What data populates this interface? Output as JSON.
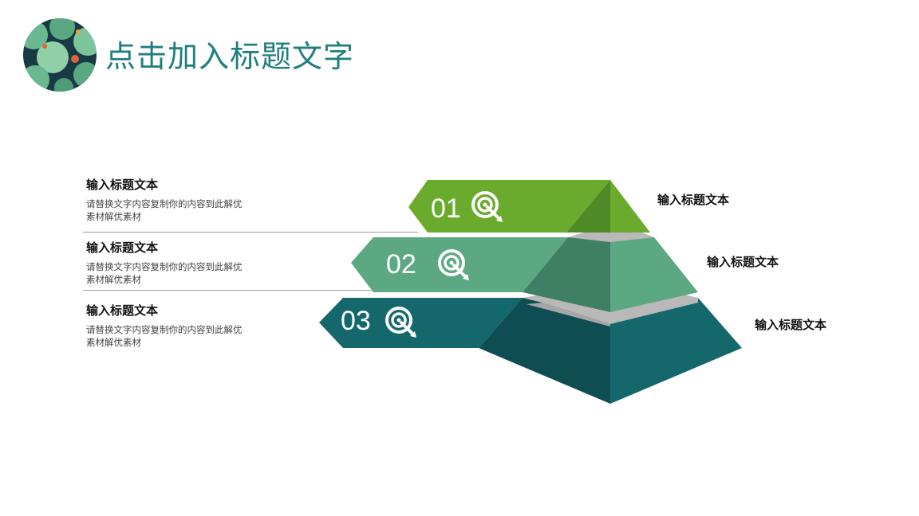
{
  "page": {
    "title": "点击加入标题文字"
  },
  "steps": [
    {
      "number": "01",
      "heading": "输入标题文本",
      "description": "请替换文字内容复制你的内容到此解优素材解优素材",
      "right_label": "输入标题文本",
      "icon": "target-icon",
      "color": "#6aaa2c"
    },
    {
      "number": "02",
      "heading": "输入标题文本",
      "description": "请替换文字内容复制你的内容到此解优素材解优素材",
      "right_label": "输入标题文本",
      "icon": "target-icon",
      "color": "#5ca882"
    },
    {
      "number": "03",
      "heading": "输入标题文本",
      "description": "请替换文字内容复制你的内容到此解优素材解优素材",
      "right_label": "输入标题文本",
      "icon": "target-icon",
      "color": "#14686c"
    }
  ],
  "colors": {
    "title": "#1f7f7d",
    "level1_front": "#6aaa2c",
    "level1_side": "#4e8a25",
    "level2_front": "#5ca882",
    "level2_side": "#3f7f64",
    "level3_front": "#14686c",
    "level3_side": "#0e4e53",
    "gap": "#b9b9b9"
  }
}
